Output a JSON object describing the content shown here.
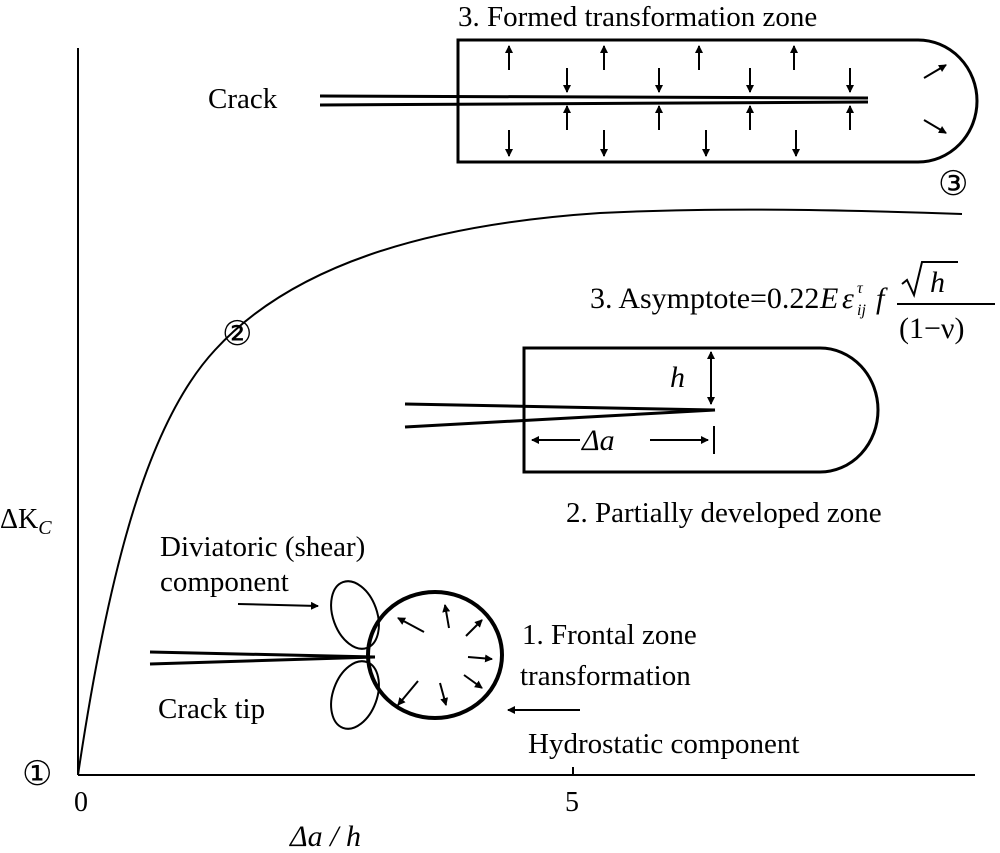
{
  "axes": {
    "y_label": "ΔK",
    "y_label_sub": "C",
    "x_label": "Δa / h",
    "x_ticks": [
      "0",
      "5"
    ]
  },
  "markers": {
    "one": "①",
    "two": "②",
    "three": "③"
  },
  "zone3": {
    "title": "3. Formed transformation zone",
    "crack_label": "Crack"
  },
  "asymptote": {
    "prefix": "3. Asymptote=0.22",
    "E": "E",
    "eps": "ε",
    "eps_sup": "τ",
    "eps_sub": "ij",
    "f": "f",
    "num_h": "h",
    "den": "(1−ν)"
  },
  "zone2": {
    "h_label": "h",
    "da_label": "Δa",
    "title": "2. Partially developed zone"
  },
  "zone1": {
    "shear_line1": "Diviatoric (shear)",
    "shear_line2": "component",
    "crack_tip": "Crack tip",
    "frontal_line1": "1. Frontal zone",
    "frontal_line2": "transformation",
    "hydrostatic": "Hydrostatic component"
  }
}
